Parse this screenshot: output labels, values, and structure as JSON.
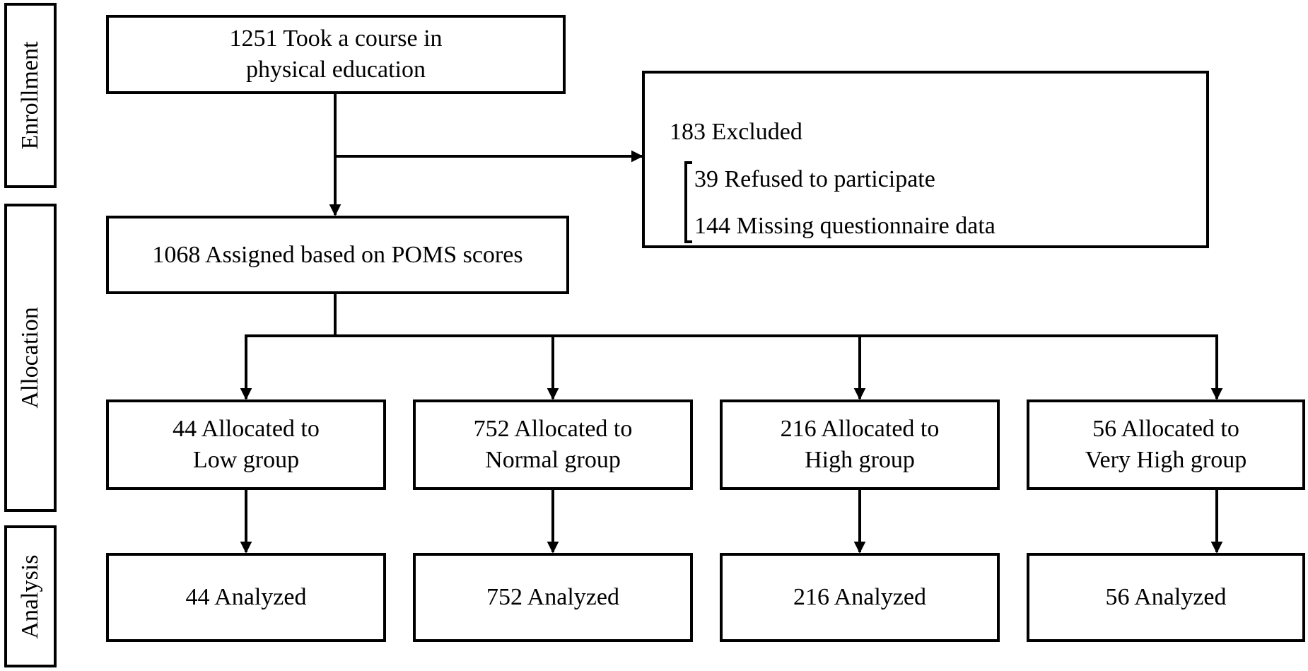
{
  "stages": {
    "enrollment": "Enrollment",
    "allocation": "Allocation",
    "analysis": "Analysis"
  },
  "enrollment": {
    "line1": "1251 Took a course in",
    "line2": "physical education"
  },
  "excluded": {
    "title": "183 Excluded",
    "reasons": [
      "39  Refused to participate",
      "144  Missing questionnaire data"
    ]
  },
  "assigned": "1068 Assigned based on POMS scores",
  "groups": [
    {
      "line1": "44 Allocated to",
      "line2": "Low group",
      "analyzed": "44 Analyzed"
    },
    {
      "line1": "752 Allocated to",
      "line2": "Normal group",
      "analyzed": "752 Analyzed"
    },
    {
      "line1": "216 Allocated to",
      "line2": "High group",
      "analyzed": "216 Analyzed"
    },
    {
      "line1": "56 Allocated to",
      "line2": "Very High group",
      "analyzed": "56 Analyzed"
    }
  ]
}
